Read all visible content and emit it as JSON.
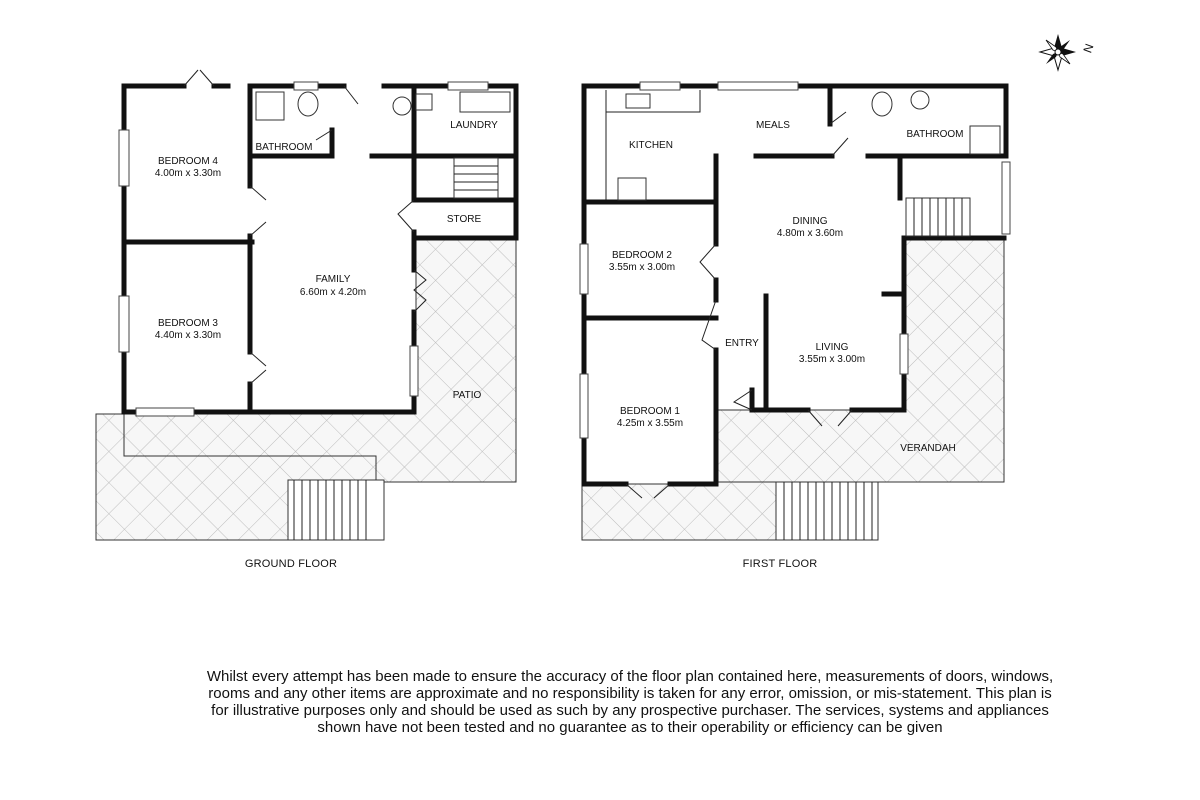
{
  "floors": {
    "ground": {
      "label": "GROUND FLOOR",
      "rooms": [
        {
          "name": "BEDROOM 4",
          "size": "4.00m x 3.30m"
        },
        {
          "name": "BEDROOM 3",
          "size": "4.40m x 3.30m"
        },
        {
          "name": "FAMILY",
          "size": "6.60m x 4.20m"
        },
        {
          "name": "BATHROOM",
          "size": ""
        },
        {
          "name": "LAUNDRY",
          "size": ""
        },
        {
          "name": "STORE",
          "size": ""
        },
        {
          "name": "PATIO",
          "size": ""
        }
      ]
    },
    "first": {
      "label": "FIRST FLOOR",
      "rooms": [
        {
          "name": "KITCHEN",
          "size": ""
        },
        {
          "name": "MEALS",
          "size": ""
        },
        {
          "name": "BATHROOM",
          "size": ""
        },
        {
          "name": "DINING",
          "size": "4.80m x 3.60m"
        },
        {
          "name": "BEDROOM 2",
          "size": "3.55m x 3.00m"
        },
        {
          "name": "ENTRY",
          "size": ""
        },
        {
          "name": "LIVING",
          "size": "3.55m x 3.00m"
        },
        {
          "name": "BEDROOM 1",
          "size": "4.25m x 3.55m"
        },
        {
          "name": "VERANDAH",
          "size": ""
        }
      ]
    }
  },
  "compass": {
    "letter": "N",
    "icon": "compass-rose-icon"
  },
  "disclaimer": "Whilst every attempt has been made to ensure the accuracy of the floor plan contained here, measurements of doors, windows, rooms and any other items are approximate and no responsibility is taken for any error, omission, or mis-statement. This plan is for illustrative purposes only and should be used as such by any prospective purchaser. The services, systems and appliances shown have not been tested and no guarantee as to their operability or efficiency can be given"
}
